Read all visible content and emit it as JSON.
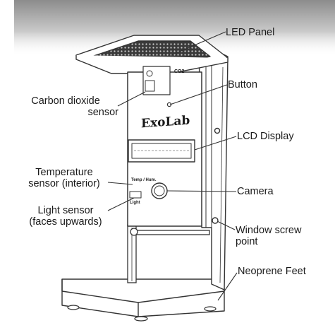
{
  "device": {
    "brand": "ExoLab",
    "co2_mark": "CO2",
    "temp_mark": "Temp / Hum.",
    "light_mark": "Light"
  },
  "labels": {
    "led_panel": "LED Panel",
    "button": "Button",
    "co2_sensor_line1": "Carbon dioxide",
    "co2_sensor_line2": "sensor",
    "lcd_display": "LCD Display",
    "temp_sensor_line1": "Temperature",
    "temp_sensor_line2": "sensor (interior)",
    "camera": "Camera",
    "light_sensor_line1": "Light sensor",
    "light_sensor_line2": "(faces upwards)",
    "window_screw_line1": "Window screw",
    "window_screw_line2": "point",
    "neoprene_feet": "Neoprene Feet"
  }
}
